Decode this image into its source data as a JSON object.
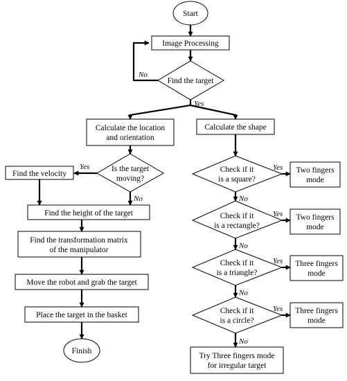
{
  "nodes": {
    "start": [
      "Start"
    ],
    "image_processing": [
      "Image Processing"
    ],
    "find_target": [
      "Find the target"
    ],
    "calc_location": [
      "Calculate the location",
      "and orientation"
    ],
    "calc_shape": [
      "Calculate the shape"
    ],
    "find_velocity": [
      "Find the velocity"
    ],
    "is_moving": [
      "Is the target",
      "moving?"
    ],
    "find_height": [
      "Find the height of the target"
    ],
    "transform_matrix": [
      "Find the transformation matrix",
      "of the manipulator"
    ],
    "move_robot": [
      "Move the robot and grab the target"
    ],
    "place_target": [
      "Place the target in the basket"
    ],
    "finish": [
      "Finish"
    ],
    "check_square": [
      "Check if it",
      "is a square?"
    ],
    "two_fingers_1": [
      "Two fingers",
      "mode"
    ],
    "check_rectangle": [
      "Check if it",
      "is a rectangle?"
    ],
    "two_fingers_2": [
      "Two fingers",
      "mode"
    ],
    "check_triangle": [
      "Check if it",
      "is a triangle?"
    ],
    "three_fingers_1": [
      "Three fingers",
      "mode"
    ],
    "check_circle": [
      "Check if it",
      "is a circle?"
    ],
    "three_fingers_2": [
      "Three fingers",
      "mode"
    ],
    "irregular": [
      "Try Three fingers mode",
      "for irregular target"
    ]
  },
  "edge_labels": {
    "target_no": "No",
    "target_yes": "Yes",
    "moving_yes": "Yes",
    "moving_no": "No",
    "square_yes": "Yes",
    "square_no": "No",
    "rectangle_yes": "Yes",
    "rectangle_no": "No",
    "triangle_yes": "Yes",
    "triangle_no": "No",
    "circle_yes": "Yes",
    "circle_no": "No"
  }
}
